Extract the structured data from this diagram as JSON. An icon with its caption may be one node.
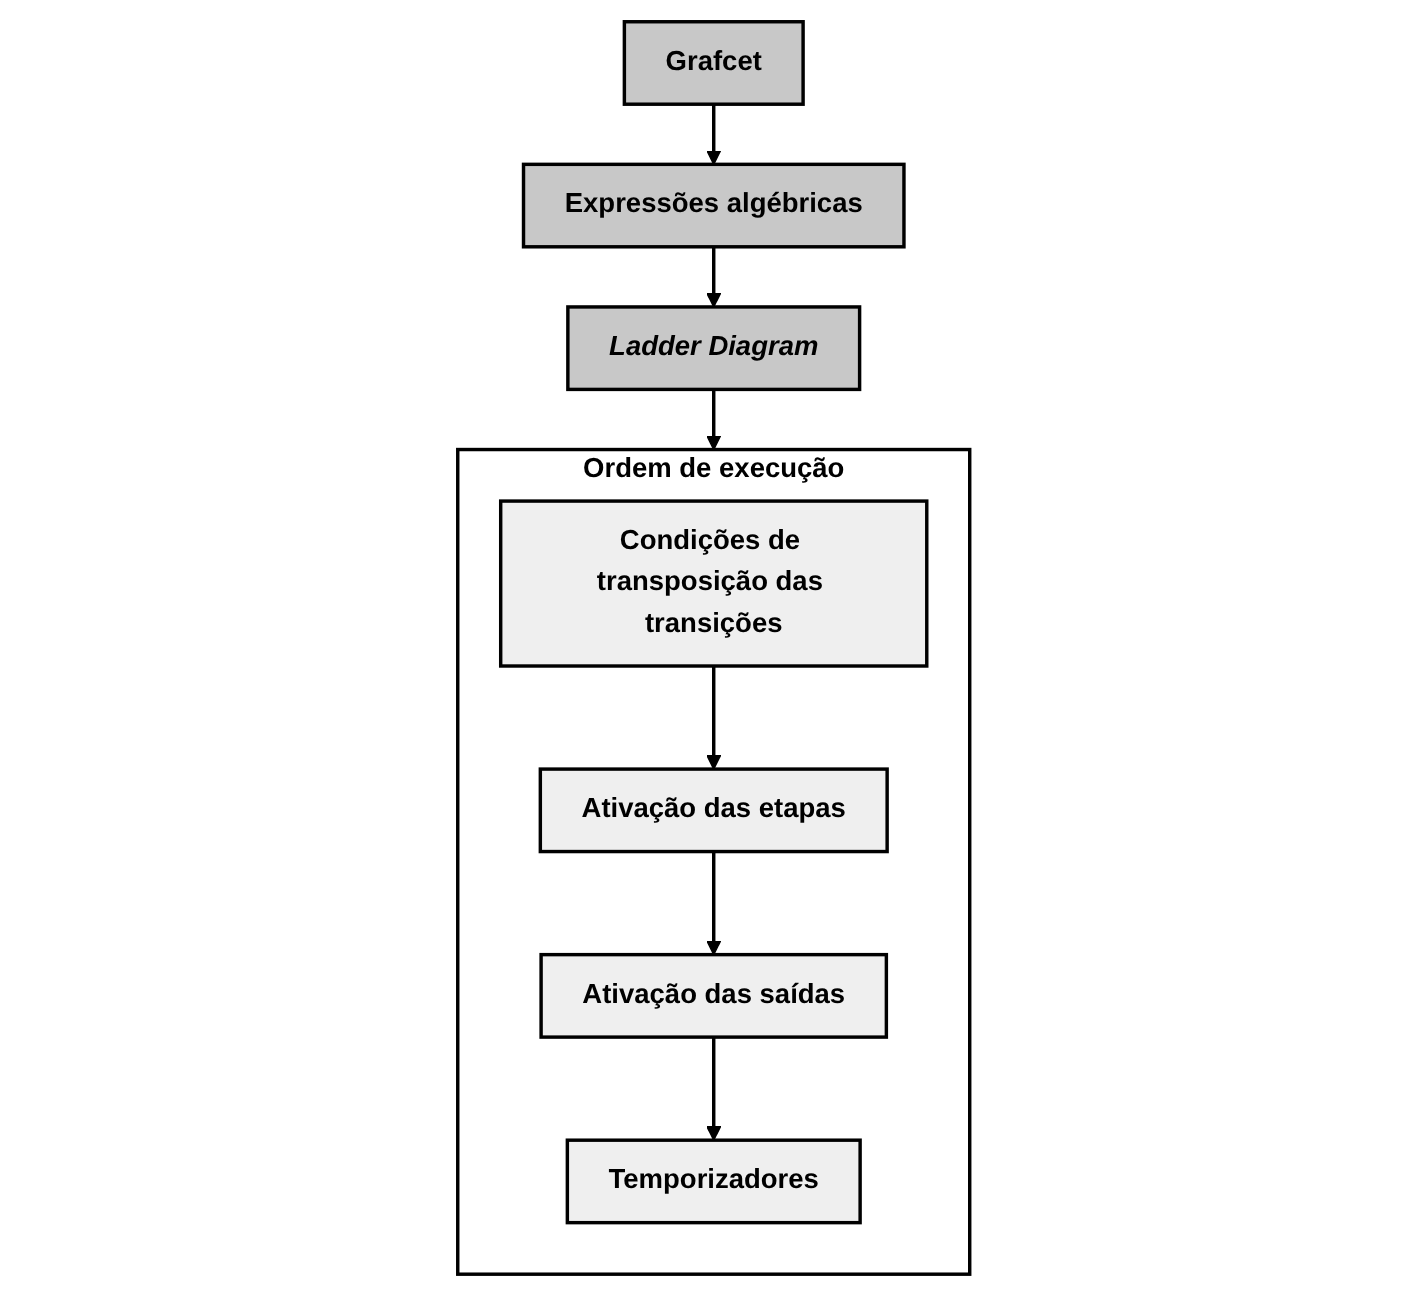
{
  "diagram": {
    "nodes": [
      {
        "text": [
          "Grafcet"
        ]
      },
      {
        "text": [
          "Expressões algébricas"
        ]
      },
      {
        "text": [
          "Ladder Diagram"
        ]
      },
      {
        "text": [
          "Ordem de execução"
        ]
      },
      {
        "text": [
          "Condições de transposição das transições"
        ],
        "in": 3
      },
      {
        "text": [
          "Ativação das etapas"
        ],
        "in": 3
      },
      {
        "text": [
          "Ativação das saídas"
        ],
        "in": 3
      },
      {
        "text": [
          "Temporizadores"
        ],
        "in": 3
      }
    ],
    "edges": [
      {
        "from": 0,
        "to": 1,
        "arrow": "to"
      },
      {
        "from": 1,
        "to": 2,
        "arrow": "to"
      },
      {
        "from": 2,
        "to": 3,
        "arrow": "to"
      },
      {
        "from": 4,
        "to": 5,
        "arrow": "to"
      },
      {
        "from": 5,
        "to": 6,
        "arrow": "to"
      },
      {
        "from": 6,
        "to": 7,
        "arrow": "to"
      }
    ]
  }
}
